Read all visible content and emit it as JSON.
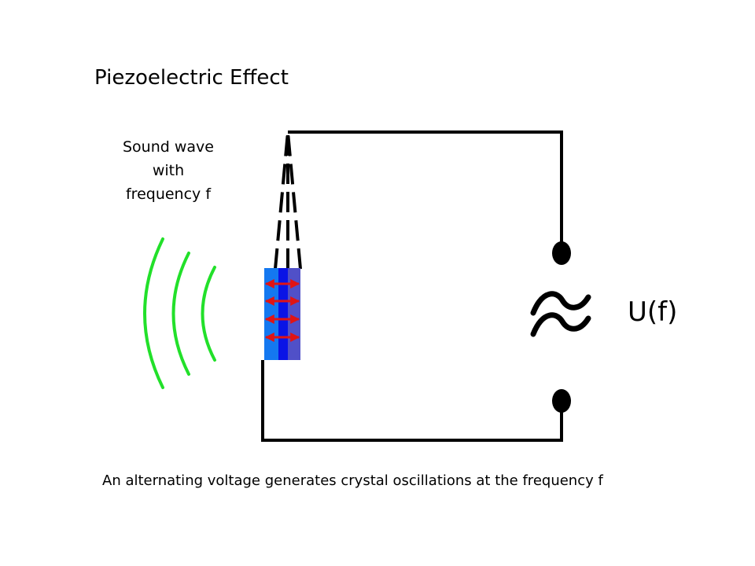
{
  "title": "Piezoelectric Effect",
  "sound_wave_label": {
    "line1": "Sound wave",
    "line2": "with",
    "line3": "frequency f"
  },
  "voltage_source_label": "U(f)",
  "caption": "An alternating voltage generates crystal oscillations at the frequency f",
  "colors": {
    "wire": "#000000",
    "sound_wave": "#22e02a",
    "crystal_left": "#1478f0",
    "crystal_middle": "#0a14e6",
    "crystal_right": "#5050c8",
    "arrows": "#e01414"
  },
  "icons": {
    "ac_source": "tilde-wave-icon",
    "terminals": "terminal-dot-icon"
  }
}
